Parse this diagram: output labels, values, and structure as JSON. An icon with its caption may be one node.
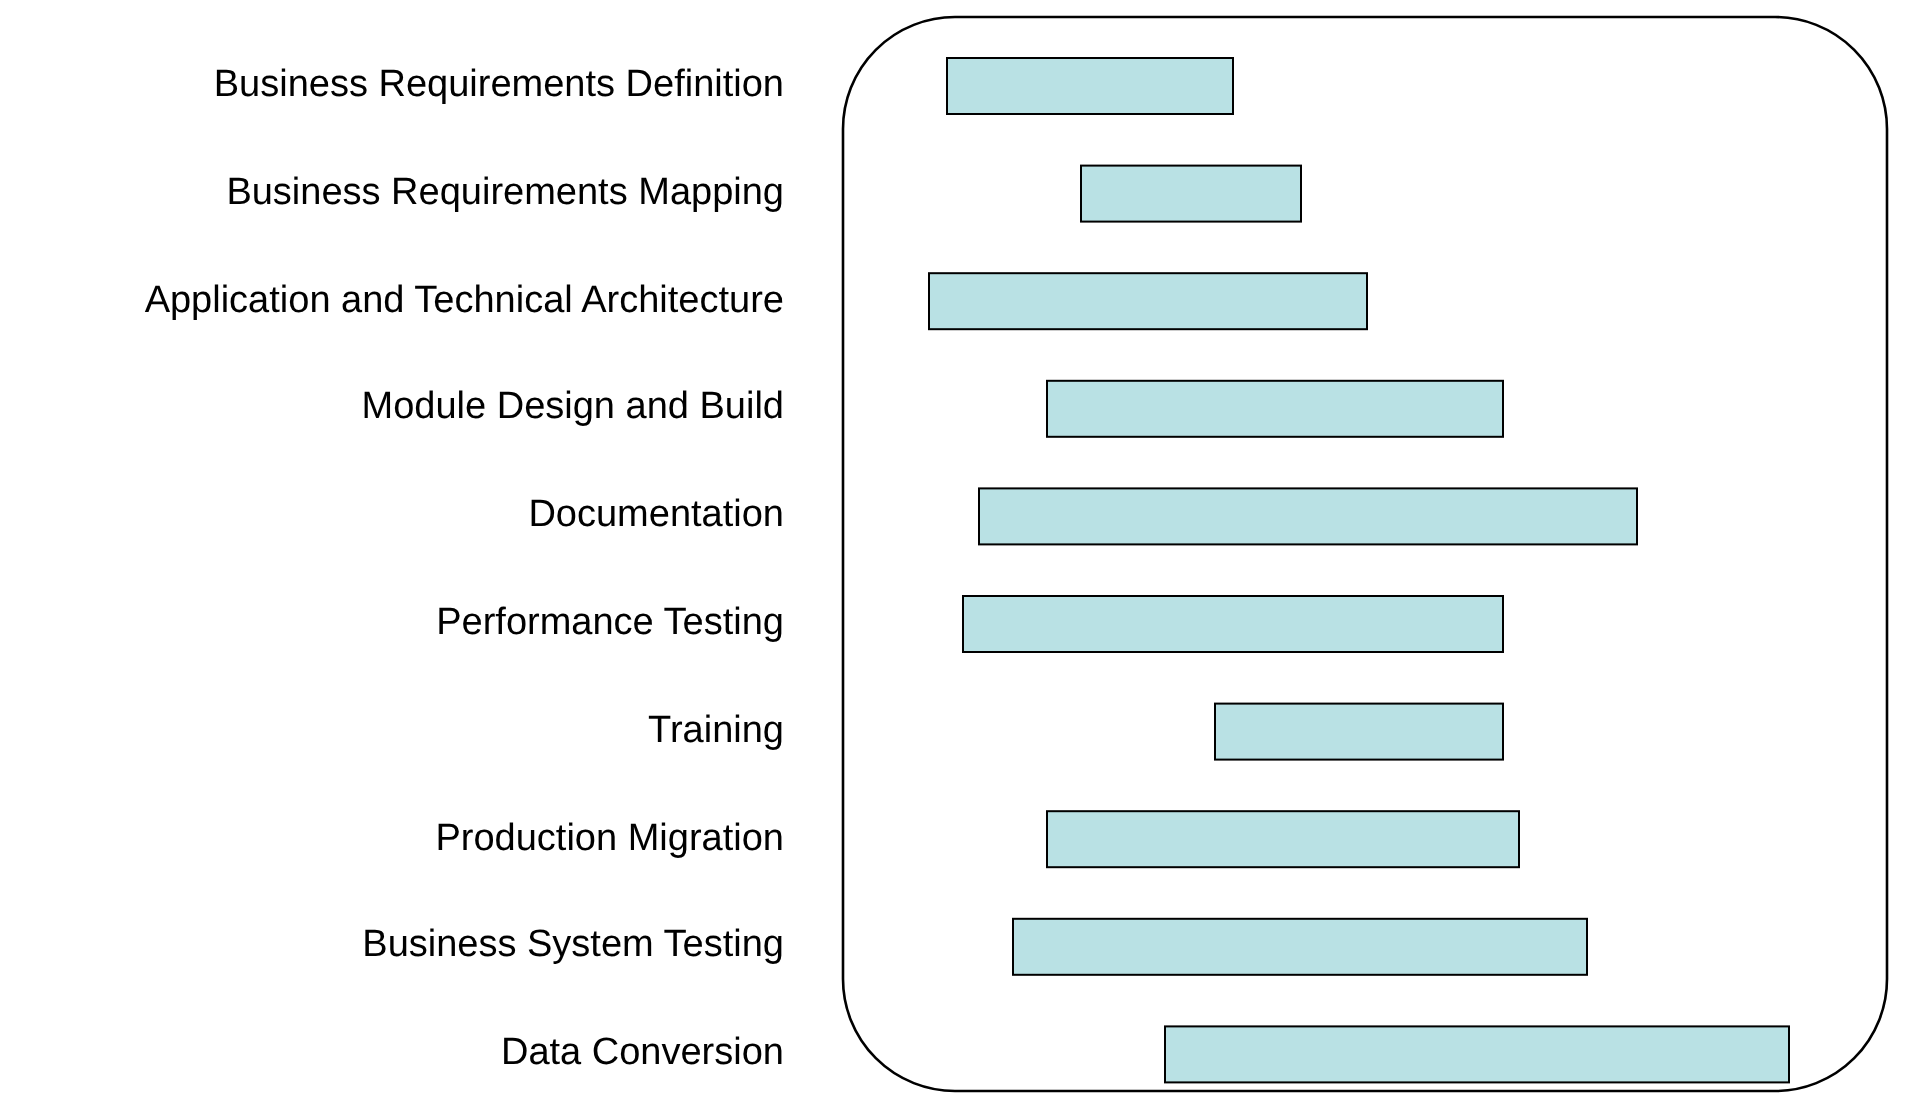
{
  "diagram": {
    "labels": [
      "Business Requirements Definition",
      "Business Requirements Mapping",
      "Application and Technical Architecture",
      "Module Design and Build",
      "Documentation",
      "Performance Testing",
      "Training",
      "Production Migration",
      "Business System Testing",
      "Data Conversion"
    ]
  }
}
